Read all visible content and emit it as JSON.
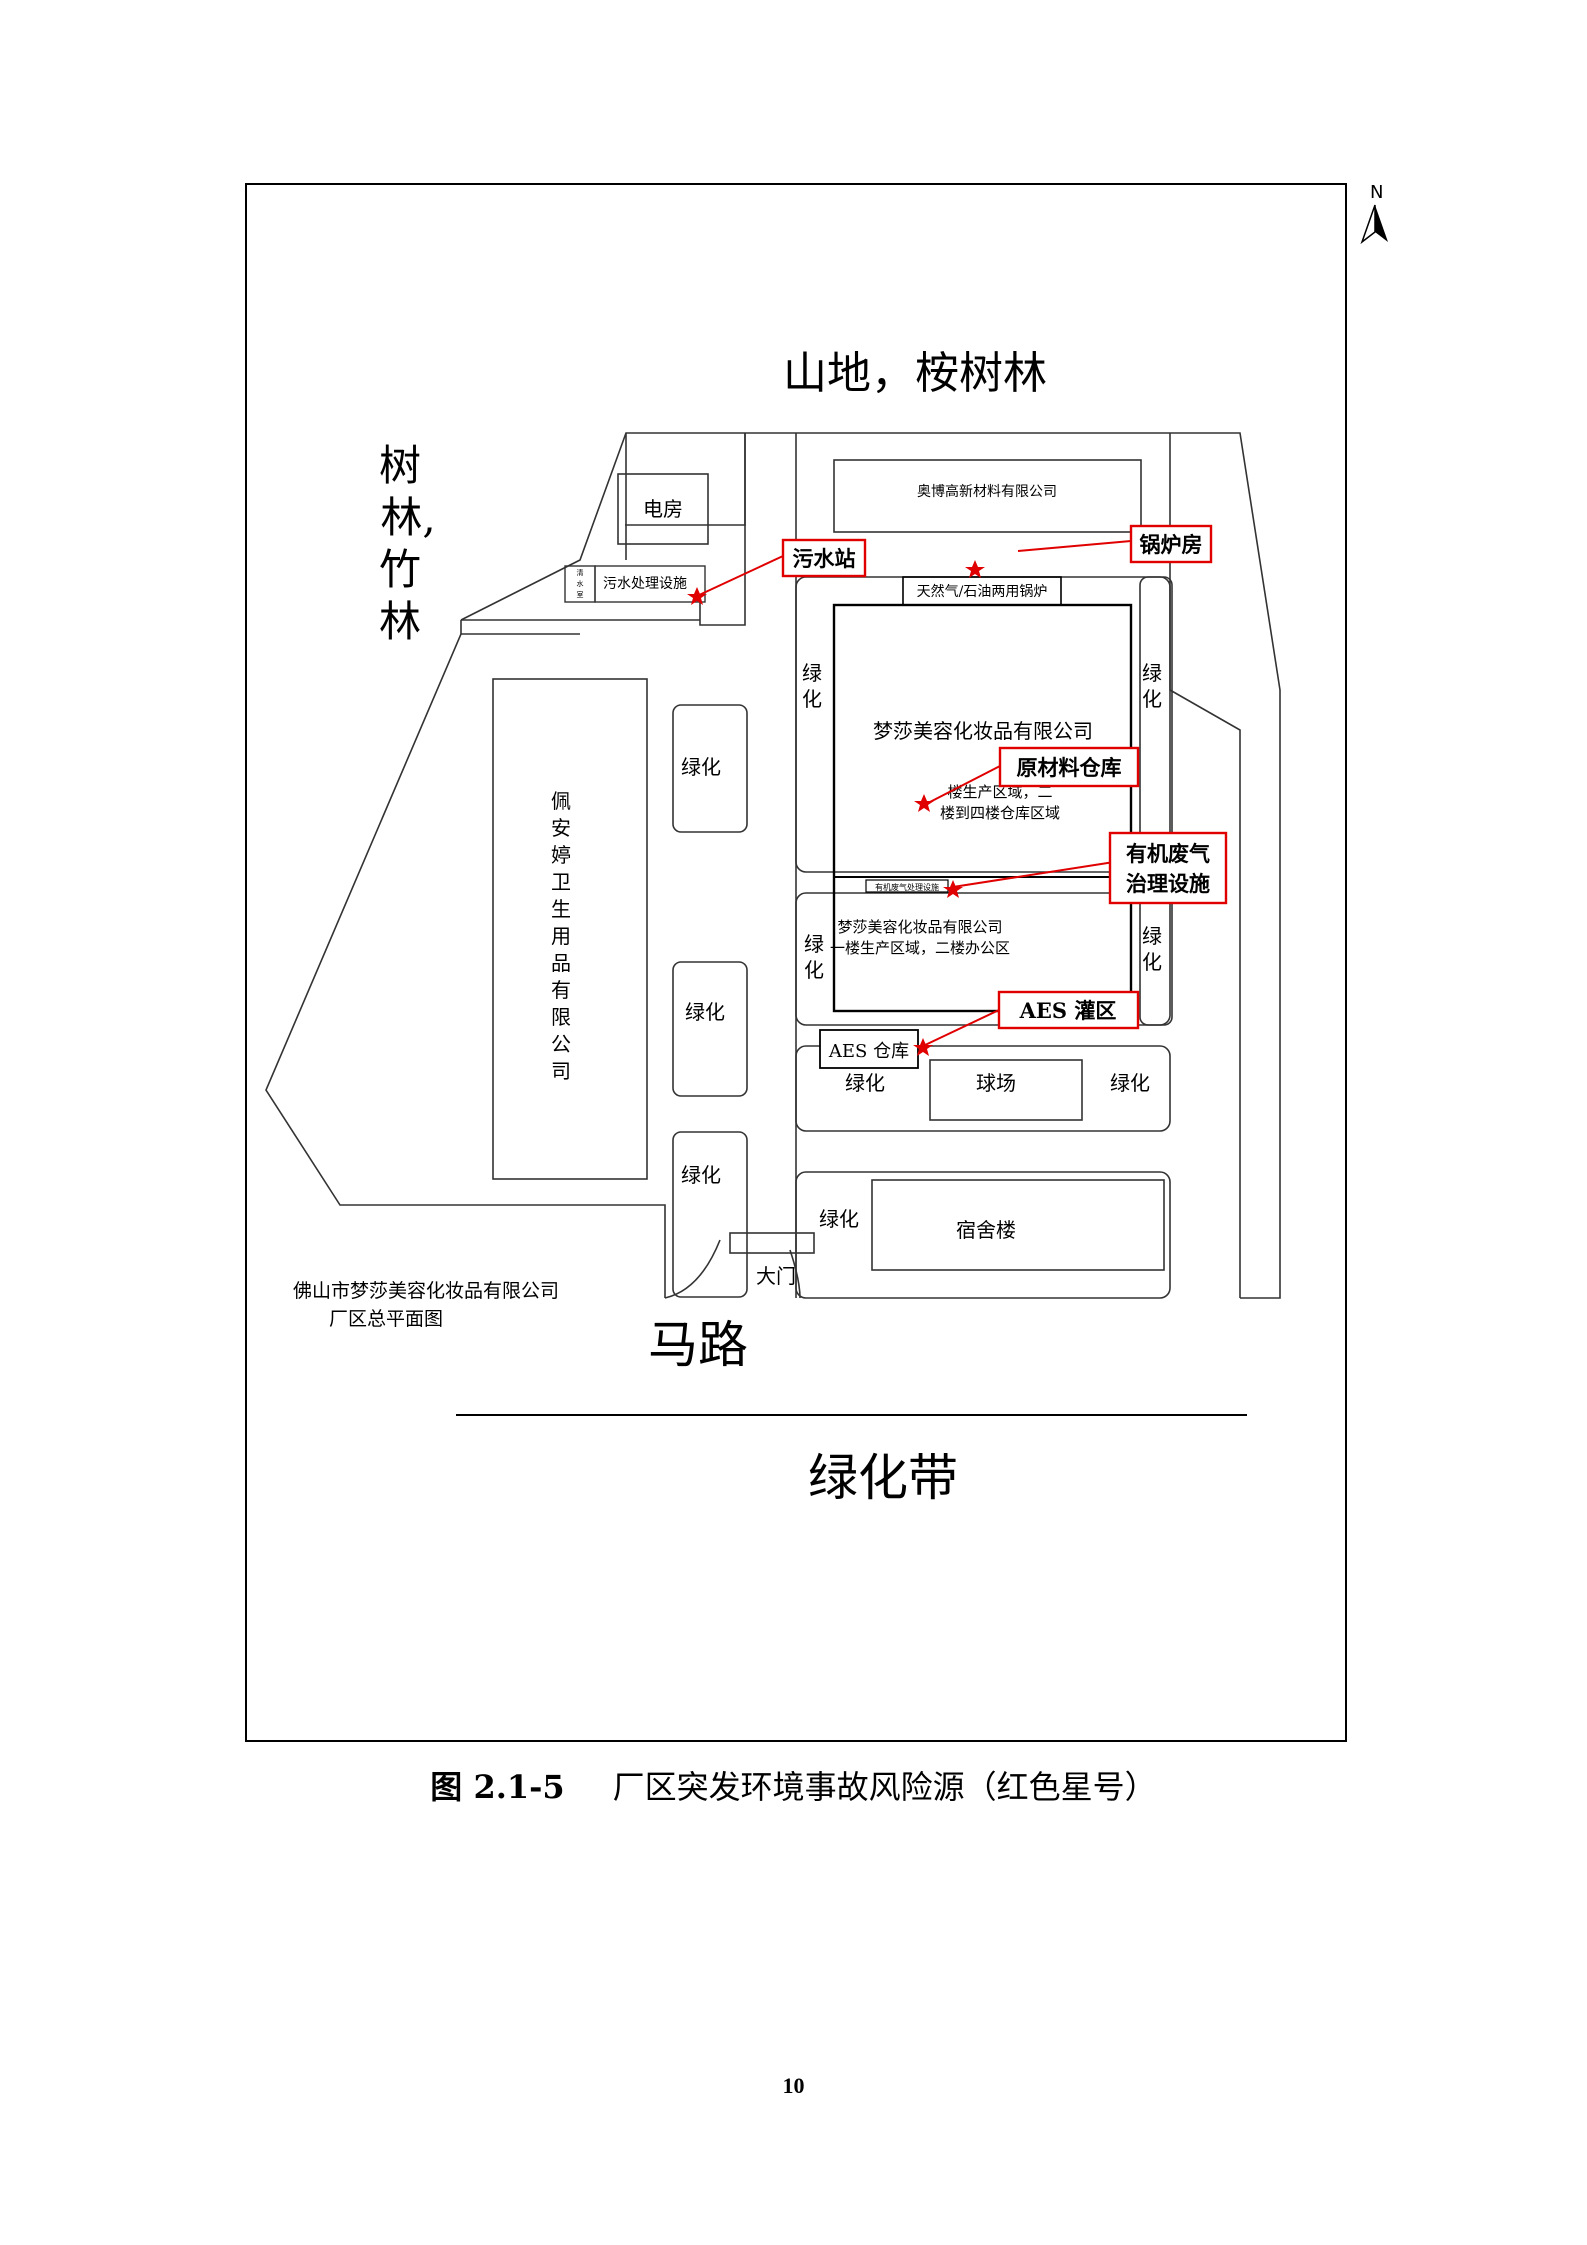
{
  "north": {
    "letter": "N"
  },
  "surroundings": {
    "north_text": "山地，桉树林",
    "west_text": [
      "树",
      "林,",
      "竹",
      "林"
    ],
    "road": "马路",
    "greenbelt": "绿化带"
  },
  "plan_title": [
    "佛山市梦莎美容化妆品有限公司",
    "厂区总平面图"
  ],
  "buildings": {
    "power_room": "电房",
    "neighbor_north": "奥博高新材料有限公司",
    "sewage_facility": "污水处理设施",
    "sewage_small": [
      "清",
      "水",
      "室"
    ],
    "boiler": "天然气/石油两用锅炉",
    "main_company": "梦莎美容化妆品有限公司",
    "main_desc": [
      "楼生产区域，二",
      "楼到四楼仓库区域"
    ],
    "voc_facility": "有机废气处理设施",
    "south_company": "梦莎美容化妆品有限公司",
    "south_desc": "一楼生产区域，二楼办公区",
    "peian": [
      "佩",
      "安",
      "婷",
      "卫",
      "生",
      "用",
      "品",
      "有",
      "限",
      "公",
      "司"
    ],
    "aes_warehouse": "AES 仓库",
    "court": "球场",
    "dormitory": "宿舍楼",
    "gate": "大门",
    "green": "绿化",
    "green_vertical": [
      "绿",
      "化"
    ]
  },
  "risk_labels": {
    "sewage_station": "污水站",
    "boiler_room": "锅炉房",
    "raw_material": "原材料仓库",
    "voc": [
      "有机废气",
      "治理设施"
    ],
    "aes_tank": "AES 灌区"
  },
  "caption": {
    "number": "图 2.1-5",
    "text": "厂区突发环境事故风险源（红色星号）"
  },
  "page_number": "10",
  "colors": {
    "risk": "#e00000",
    "line": "#000000",
    "outline": "#333333"
  }
}
